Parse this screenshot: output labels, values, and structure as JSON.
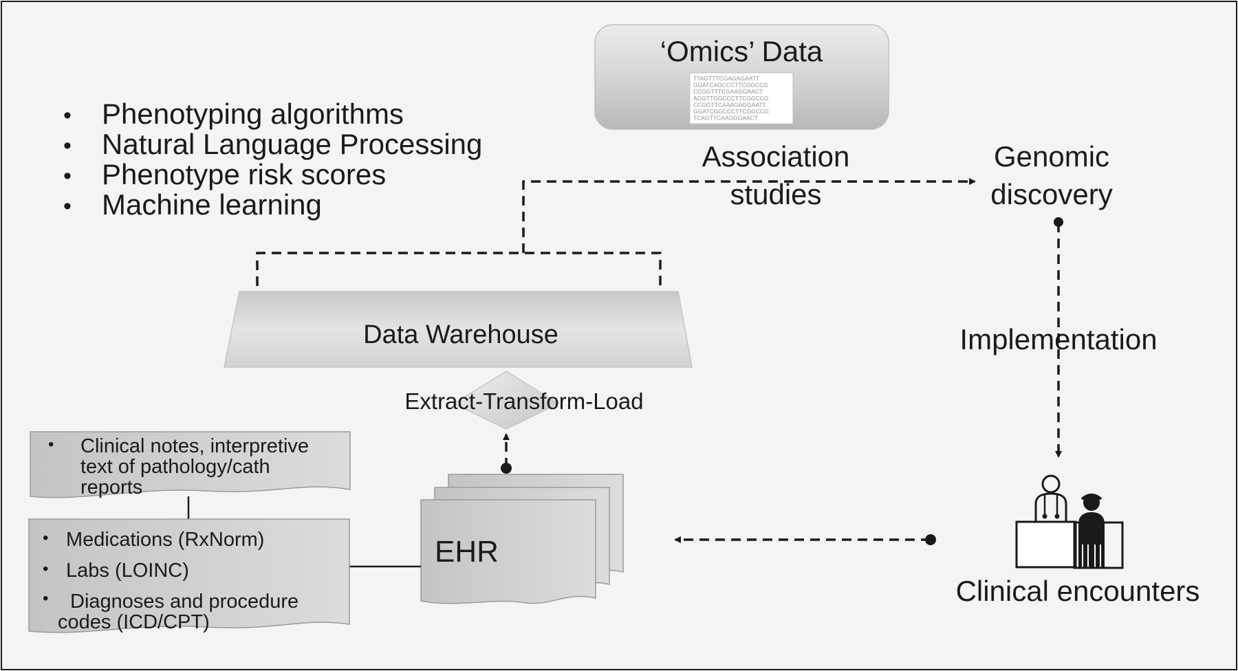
{
  "omics": {
    "title": "‘Omics’ Data",
    "sequence_lines": [
      "TTAGTTTCGAGAGAATT",
      "GGATCAGCCCTTCGGCCG",
      "CCGGTTTCGAAGGAACT",
      "AGGTTGGCCCTTCGGCCG",
      "CCGGTTCAAAGAGGAATT",
      "GGATCGGCCCTTCGGCCG",
      "TCAGTTCAAGGGAACT"
    ]
  },
  "methods": [
    "Phenotyping algorithms",
    "Natural Language Processing",
    "Phenotype risk scores",
    "Machine learning"
  ],
  "bullet_char": "•",
  "flow": {
    "association": [
      "Association",
      "studies"
    ],
    "genomic": [
      "Genomic",
      "discovery"
    ],
    "implementation": "Implementation",
    "etl": "Extract-Transform-Load",
    "warehouse": "Data Warehouse",
    "ehr": "EHR",
    "clinical": "Clinical encounters"
  },
  "sources": {
    "notes": [
      "Clinical notes, interpretive",
      "text of pathology/cath",
      "reports"
    ],
    "structured": {
      "medications": "Medications (RxNorm)",
      "labs": "Labs (LOINC)",
      "diagnoses": [
        "Diagnoses and procedure",
        "codes (ICD/CPT)"
      ]
    }
  },
  "colors": {
    "line": "#1a1a1a",
    "box_fill": "#cfcfcf",
    "warehouse_fill": "#d8d8d8",
    "background": "#f4f4f4"
  }
}
